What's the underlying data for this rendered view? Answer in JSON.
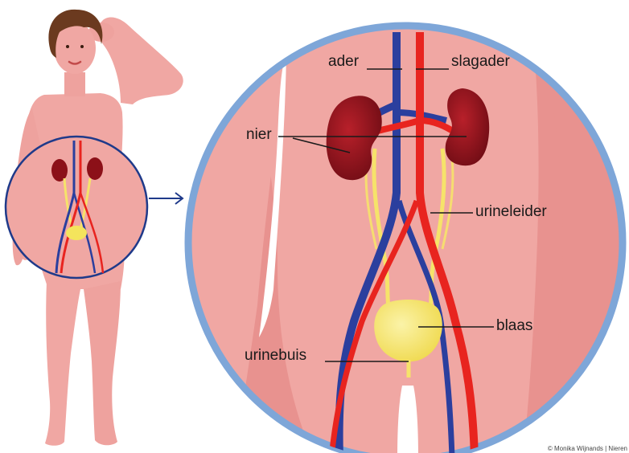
{
  "labels": {
    "ader": "ader",
    "slagader": "slagader",
    "nier": "nier",
    "urineleider": "urineleider",
    "blaas": "blaas",
    "urinebuis": "urinebuis"
  },
  "credit": "© Monika Wijnands | Nieren",
  "colors": {
    "skin": "#f0a7a3",
    "skin_shadow": "#e7928f",
    "hair": "#6b3a1f",
    "kidney": "#8c1018",
    "vein": "#2b3f9e",
    "artery": "#e8241f",
    "ureter": "#f6e36a",
    "bladder": "#f4e45c",
    "circle_small": "#1f3a8a",
    "circle_large": "#7ea6d8"
  }
}
